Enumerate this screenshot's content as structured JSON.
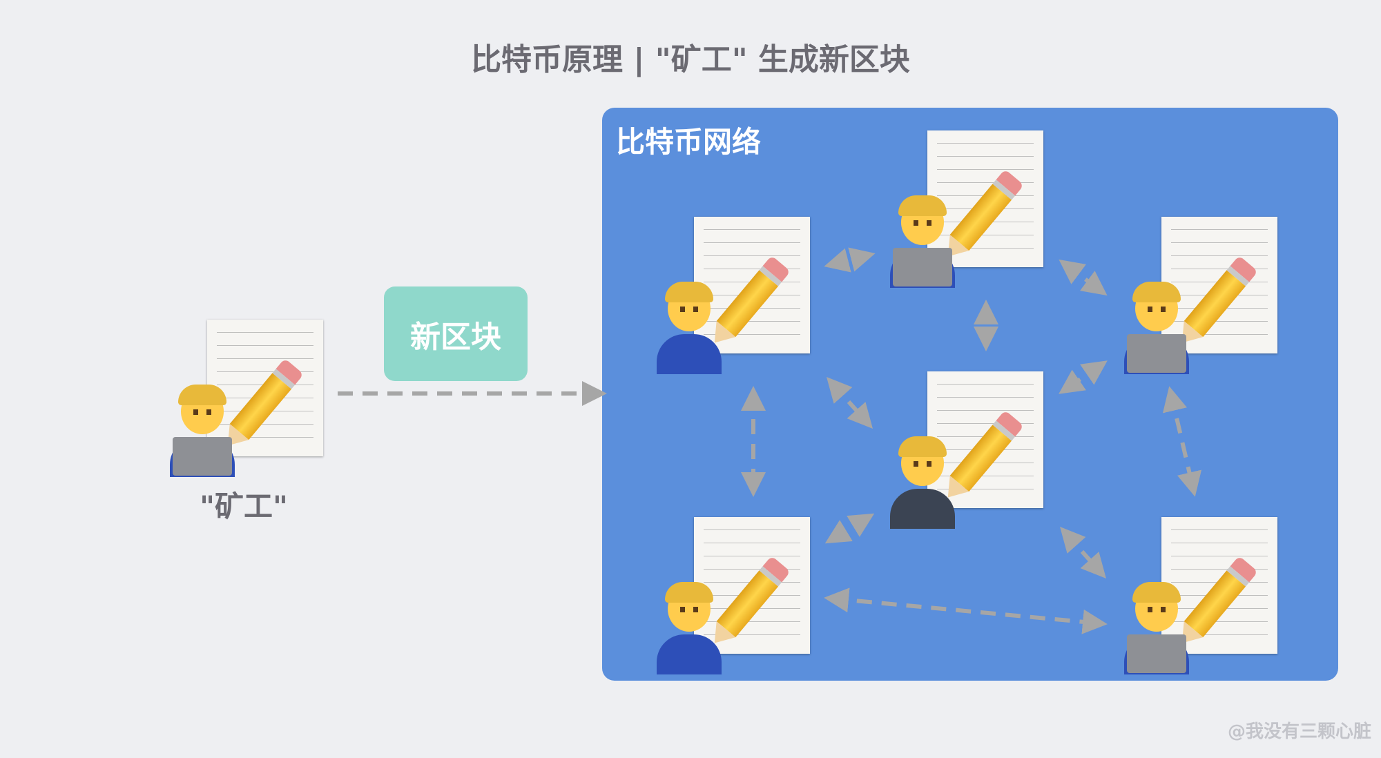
{
  "title": "比特币原理 | \"矿工\" 生成新区块",
  "miner": {
    "label": "\"矿工\"",
    "person": "technologist"
  },
  "new_block": {
    "label": "新区块"
  },
  "network": {
    "title": "比特币网络",
    "nodes": [
      {
        "person": "technologist"
      },
      {
        "person": "teacher"
      },
      {
        "person": "technologist"
      },
      {
        "person": "office-worker"
      },
      {
        "person": "mechanic"
      },
      {
        "person": "technologist"
      }
    ]
  },
  "watermark": "@我没有三颗心脏",
  "colors": {
    "background": "#eeeff2",
    "network": "#5b8fdc",
    "block": "#8fd8cb",
    "arrow": "#a6a6a6",
    "title": "#6b6a72"
  }
}
